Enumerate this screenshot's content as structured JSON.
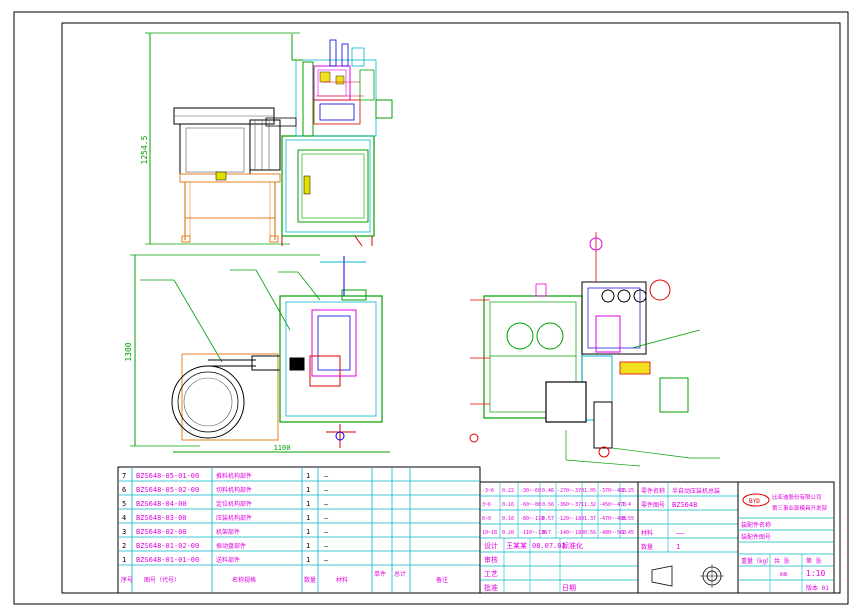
{
  "colors": {
    "border": "#000000",
    "cyan": "#00b7c9",
    "magenta": "#e100e1",
    "green": "#00a000",
    "yellow": "#f0e020",
    "red": "#e00000",
    "orange": "#e08020",
    "blue": "#0000e0"
  },
  "dimensions": {
    "front_height": "1254.5",
    "plan_height": "1300",
    "plan_width": "1100"
  },
  "bom": {
    "rows": [
      {
        "no": "7",
        "code": "BZS648-05-01-00",
        "name": "推料机构部件",
        "qty": "1",
        "mat": "—"
      },
      {
        "no": "6",
        "code": "BZS648-05-02-00",
        "name": "切料机构部件",
        "qty": "1",
        "mat": "—"
      },
      {
        "no": "5",
        "code": "BZS648-04-00",
        "name": "定位机构部件",
        "qty": "1",
        "mat": "—"
      },
      {
        "no": "4",
        "code": "BZS648-03-00",
        "name": "压装机构部件",
        "qty": "1",
        "mat": "—"
      },
      {
        "no": "3",
        "code": "BZS648-02-00",
        "name": "机架部件",
        "qty": "1",
        "mat": "—"
      },
      {
        "no": "2",
        "code": "BZS648-01-02-00",
        "name": "振动盘部件",
        "qty": "1",
        "mat": "—"
      },
      {
        "no": "1",
        "code": "BZS648-01-01-00",
        "name": "送料部件",
        "qty": "1",
        "mat": "—"
      }
    ],
    "header": {
      "no": "序号",
      "code": "图号（代号）",
      "name": "名称规格",
      "qty": "数量",
      "mat": "材料",
      "unit_wt": "单件",
      "total_wt": "总计",
      "remark": "备注"
    }
  },
  "sign_table": {
    "codes": [
      [
        "-3~6",
        "0.22",
        "-30~-60",
        "0.46",
        "-270~-370",
        "1.05",
        "-370~-485",
        "1.25"
      ],
      [
        "3~6",
        "0.16",
        "-60~-80",
        "0.56",
        "-360~-371",
        "1.32",
        "-450~-470",
        "1.4"
      ],
      [
        "6~9",
        "0.16",
        "-80~-110",
        "0.57",
        "-120~-180",
        "1.37",
        "-470~-480",
        "0.55"
      ],
      [
        "10~18",
        "0.20",
        "-110~-130",
        "0.7",
        "-140~-180",
        "0.56",
        "-480~-560",
        "1.45"
      ]
    ],
    "designer_label": "设计",
    "designer": "王某某",
    "date": "08.07.03",
    "std_label": "标准化",
    "check_label": "审核",
    "craft_label": "工艺",
    "approve_label": "批准",
    "date_label": "日期"
  },
  "title_block": {
    "project_label": "零件名称",
    "project_value": "半自动压装机总装",
    "drawing_no_label": "零件图号",
    "drawing_no": "BZS648",
    "material_label": "材料",
    "material_value": "——",
    "qty_label": "数量",
    "qty_value": "1",
    "logo_text": "BYD",
    "company": "比亚迪股份有限公司",
    "dept": "第三事业部模具开发部",
    "asm_name_label": "装配件名称",
    "asm_no_label": "装配件图号",
    "weight_label": "重量（kg）",
    "sheets_label": "共 张",
    "sheet_label": "第 张",
    "unit": "mm",
    "scale": "1:10",
    "version": "版本 01"
  }
}
